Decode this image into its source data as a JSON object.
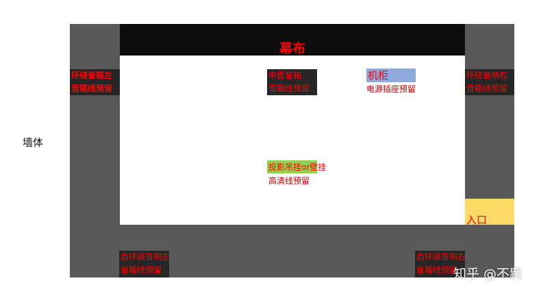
{
  "wall_label": "墙体",
  "screen_label": "幕布",
  "surround_left": {
    "line1": "环绕音箱左",
    "line2": "音箱线预留"
  },
  "center_speaker": {
    "line1": "中置音箱",
    "line2": "音箱线预留"
  },
  "cabinet": {
    "label": "机柜",
    "sub": "电源插座预留"
  },
  "surround_right": {
    "line1": "环绕音响右",
    "line2": "音箱线预留"
  },
  "projector": {
    "label": "投影吊挂or壁挂",
    "sub": "高清线预留"
  },
  "entrance_label": "入口",
  "rear_left": {
    "line1": "后环绕音响左",
    "line2": "音箱线预留"
  },
  "rear_right": {
    "line1": "后环绕音响右",
    "line2": "音箱线预留"
  },
  "watermark": "知乎 @不羁",
  "colors": {
    "wall": "#595959",
    "screen": "#0d0d0d",
    "label_red": "#ff0000",
    "cabinet": "#8ea9db",
    "projector": "#92d050",
    "entrance": "#ffd966"
  }
}
